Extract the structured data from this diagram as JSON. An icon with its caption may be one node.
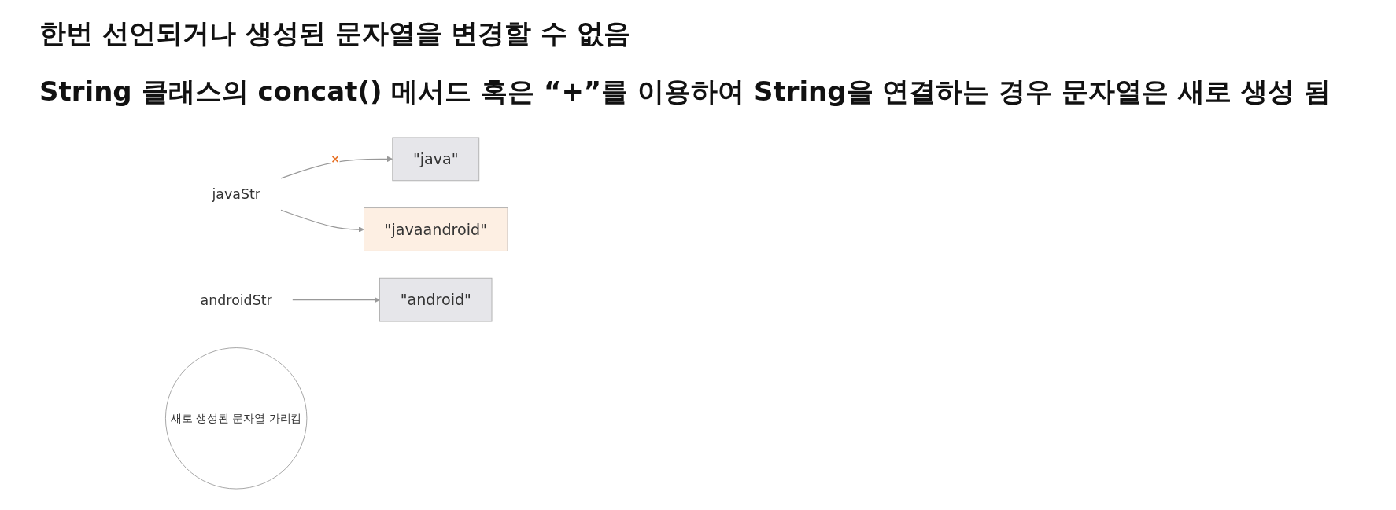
{
  "diagram": {
    "nodes": [
      {
        "text": [
          "javaStr"
        ]
      },
      {
        "text": [
          "\"java\""
        ]
      },
      {
        "text": [
          "androidStr"
        ]
      },
      {
        "text": [
          "\"android\""
        ]
      },
      {
        "text": [
          "\"javaandroid\""
        ]
      },
      {
        "text": [
          "새로 생성된 문자열 가리킴"
        ]
      }
    ],
    "edges": [
      {
        "from": 0,
        "to": 1,
        "arrow": "to",
        "label": "×"
      },
      {
        "from": 0,
        "to": 4,
        "arrow": "to"
      },
      {
        "from": 2,
        "to": 3,
        "arrow": "to"
      }
    ],
    "labels": [
      "한번 선언되거나 생성된 문자열을 변경할 수 없음",
      "String 클래스의 concat() 메서드 혹은 “+”를 이용하여 String을 연결하는 경우 문자열은 새로 생성 됨"
    ]
  }
}
